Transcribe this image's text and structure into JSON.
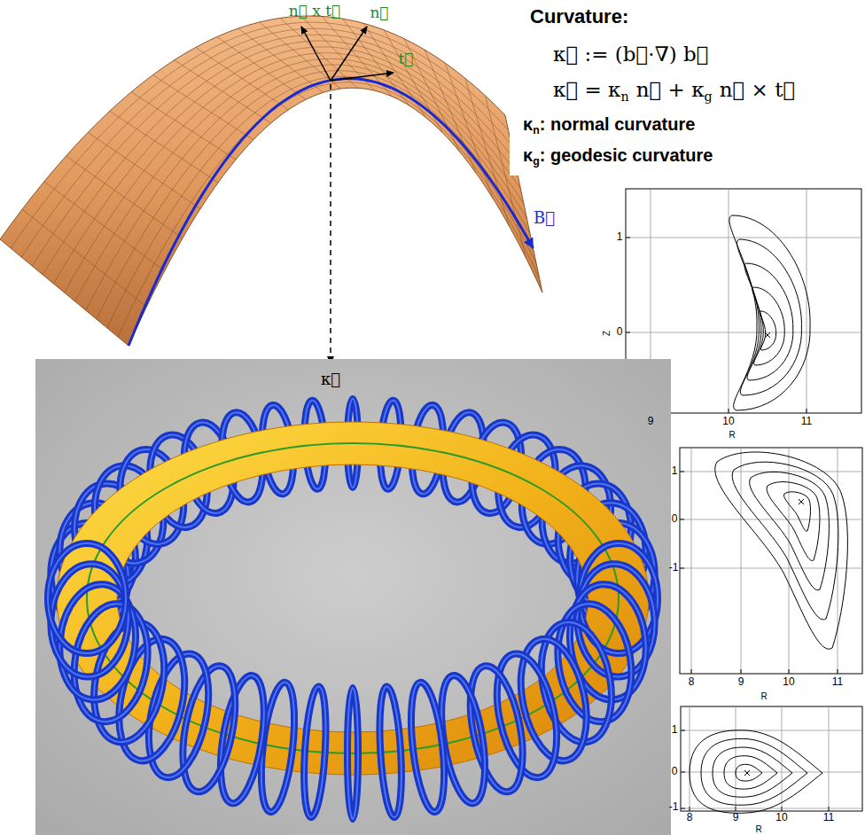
{
  "diagram": {
    "labels": [
      "Curvature:",
      "κ⃗ := (b⃗·∇) b⃗",
      "κ⃗ = κ",
      "n",
      "n⃗ + κ",
      "g",
      "n⃗ × t⃗",
      "κ",
      "n",
      ": normal curvature",
      "κ",
      "g",
      ": geodesic curvature",
      "n⃗ x t⃗",
      "n⃗",
      "t⃗",
      "B⃗",
      "κ⃗",
      "1",
      "0",
      "Z",
      "9",
      "10",
      "11",
      "R",
      "1",
      "0",
      "-1",
      "8",
      "9",
      "10",
      "11",
      "R",
      "1",
      "0",
      "-1",
      "8",
      "9",
      "10",
      "11",
      "R"
    ]
  }
}
